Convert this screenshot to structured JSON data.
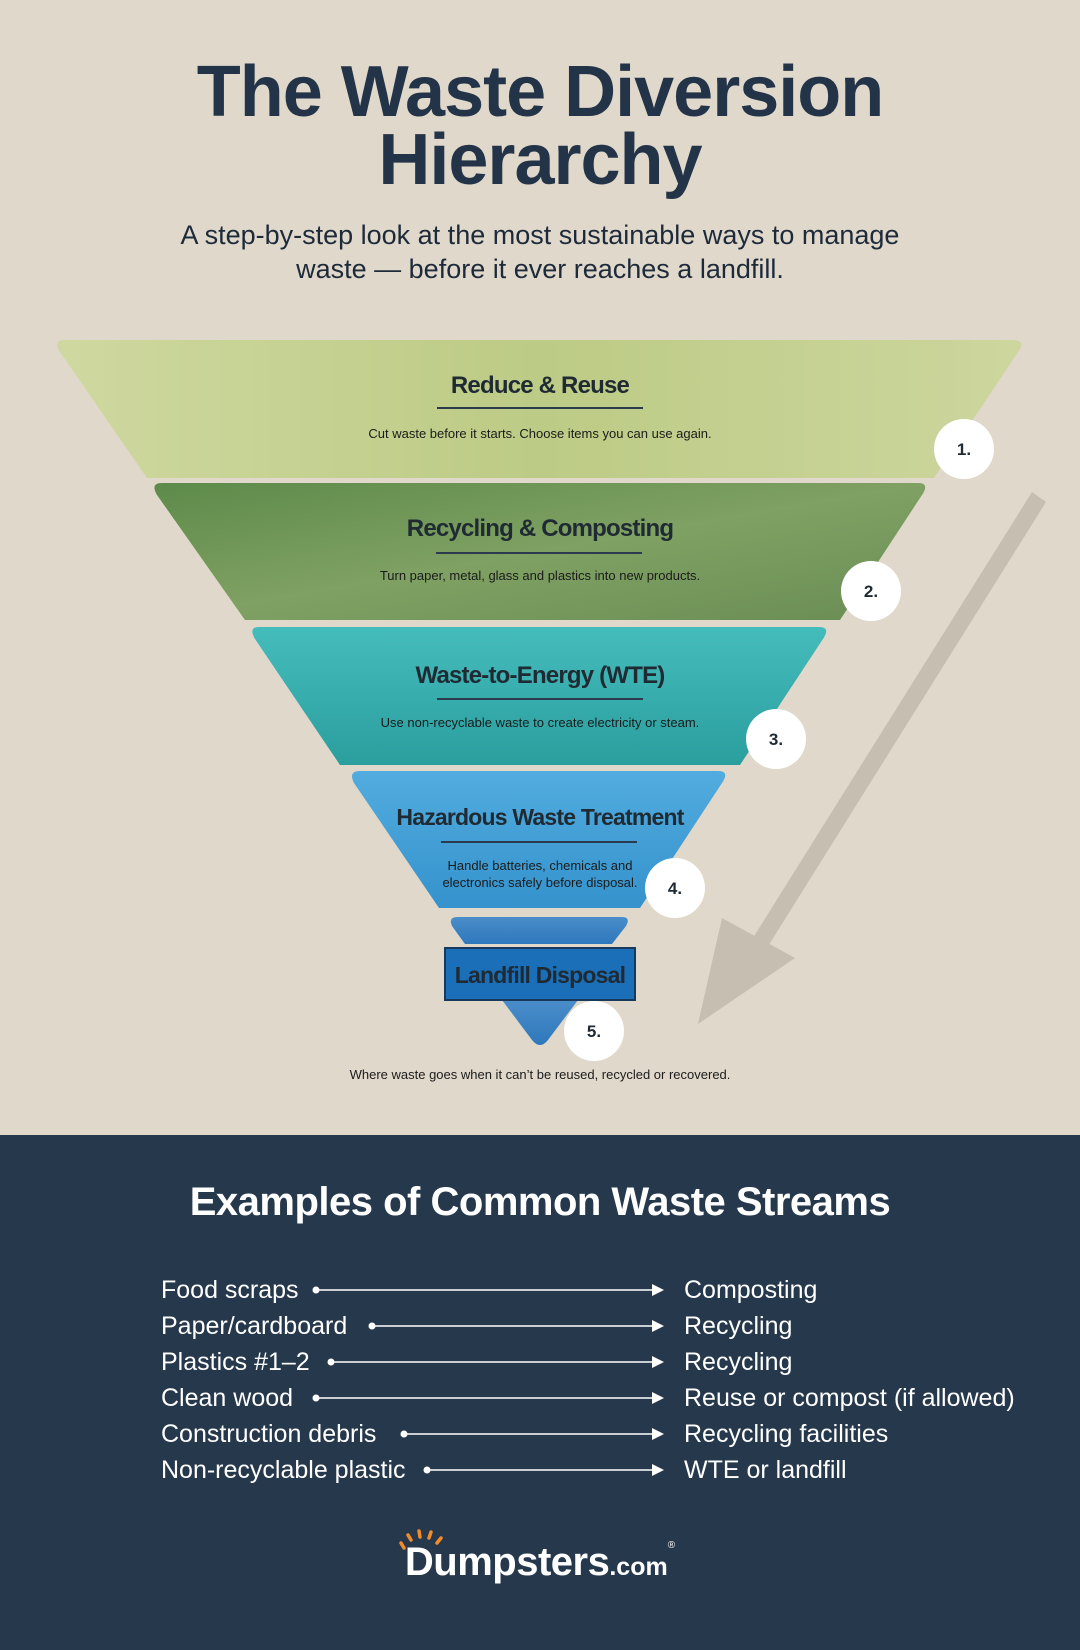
{
  "header": {
    "title_line1": "The Waste Diversion",
    "title_line2": "Hierarchy",
    "subtitle_line1": "A step-by-step look at the most sustainable ways to manage",
    "subtitle_line2": "waste — before it ever reaches a landfill."
  },
  "hierarchy": [
    {
      "number": "1.",
      "title": "Reduce & Reuse",
      "desc": [
        "Cut waste before it starts. Choose items you can use again."
      ],
      "color": "#c2cf8d"
    },
    {
      "number": "2.",
      "title": "Recycling & Composting",
      "desc": [
        "Turn paper, metal, glass and plastics into new products."
      ],
      "color": "#6f9657"
    },
    {
      "number": "3.",
      "title": "Waste-to-Energy (WTE)",
      "desc": [
        "Use non-recyclable waste to create electricity or steam."
      ],
      "color": "#3ab0b0"
    },
    {
      "number": "4.",
      "title": "Hazardous Waste Treatment",
      "desc": [
        "Handle batteries, chemicals and",
        "electronics safely before disposal."
      ],
      "color": "#45a3da"
    },
    {
      "number": "5.",
      "title": "Landfill Disposal",
      "desc": [
        "Where waste goes when it can’t be reused, recycled or recovered."
      ],
      "color": "#3b86c9"
    }
  ],
  "streams": {
    "title": "Examples of Common Waste Streams",
    "rows": [
      {
        "source": "Food scraps",
        "target": "Composting"
      },
      {
        "source": "Paper/cardboard",
        "target": "Recycling"
      },
      {
        "source": "Plastics #1–2",
        "target": "Recycling"
      },
      {
        "source": "Clean wood",
        "target": "Reuse or compost (if allowed)"
      },
      {
        "source": "Construction debris",
        "target": "Recycling facilities"
      },
      {
        "source": "Non-recyclable plastic",
        "target": "WTE or landfill"
      }
    ]
  },
  "logo": {
    "main": "Dumpsters",
    "suffix": ".com",
    "reg": "®"
  },
  "colors": {
    "background": "#e0d8cb",
    "navy": "#26384c",
    "accent": "#f28c28"
  }
}
